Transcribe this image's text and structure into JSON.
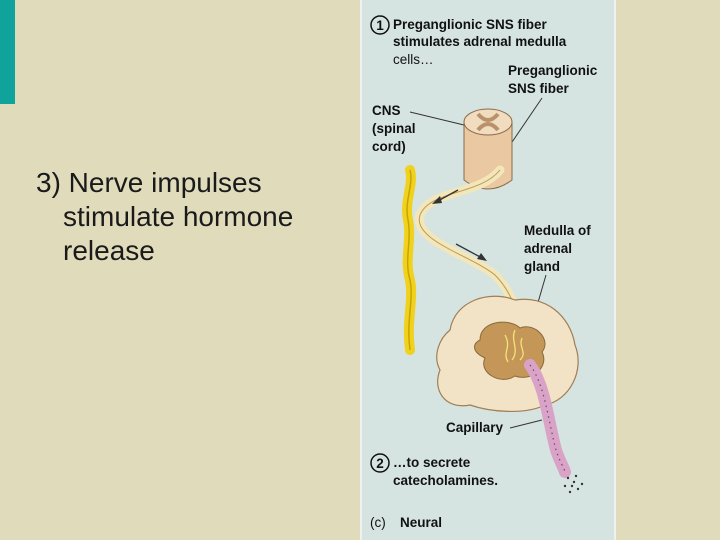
{
  "slide": {
    "line1": "3) Nerve impulses",
    "line2": "stimulate hormone",
    "line3": "release"
  },
  "figure": {
    "step1_num": "1",
    "step1_l1": "Preganglionic SNS fiber",
    "step1_l2": "stimulates adrenal medulla",
    "step1_l3": "cells…",
    "pregang_l1": "Preganglionic",
    "pregang_l2": "SNS fiber",
    "cns_l1": "CNS",
    "cns_l2": "(spinal",
    "cns_l3": "cord)",
    "medulla_l1": "Medulla of",
    "medulla_l2": "adrenal",
    "medulla_l3": "gland",
    "capillary": "Capillary",
    "step2_num": "2",
    "step2_l1": "…to secrete",
    "step2_l2": "catecholamines.",
    "caption_prefix": "(c)",
    "caption": "Neural"
  },
  "colors": {
    "accent": "#10a39c",
    "background": "#e0dcbb",
    "panel": "#d6e4e1"
  }
}
